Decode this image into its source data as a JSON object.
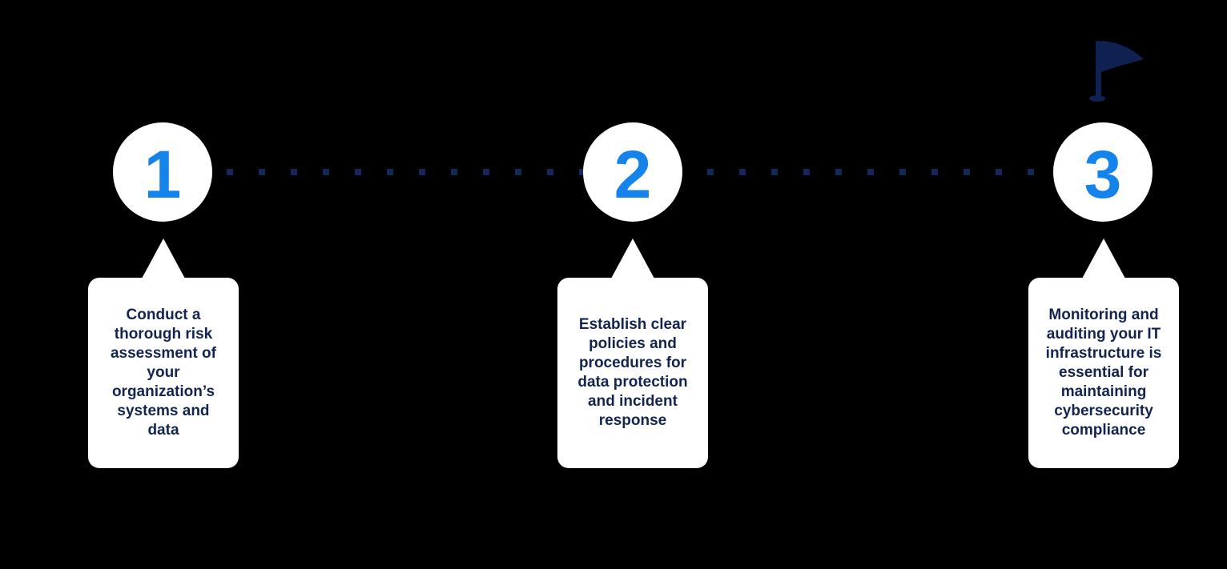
{
  "colors": {
    "background": "#000000",
    "circle_fill": "#FFFFFF",
    "number_blue": "#1484EB",
    "bubble_fill": "#FFFFFF",
    "text_navy": "#13254F",
    "dot_navy": "#14295B",
    "flag_navy": "#0E2150"
  },
  "icons": {
    "flag": {
      "name": "flag-icon",
      "glyph": "⚑"
    }
  },
  "steps": [
    {
      "number": "1",
      "description_lines": [
        "Conduct a",
        "thorough risk",
        "assessment of",
        "your",
        "organization’s",
        "systems and",
        "data"
      ]
    },
    {
      "number": "2",
      "description_lines": [
        "Establish clear",
        "policies and",
        "procedures for",
        "data protection",
        "and incident",
        "response"
      ]
    },
    {
      "number": "3",
      "description_lines": [
        "Monitoring and",
        "auditing your IT",
        "infrastructure is",
        "essential for",
        "maintaining",
        "cybersecurity",
        "compliance"
      ]
    }
  ]
}
